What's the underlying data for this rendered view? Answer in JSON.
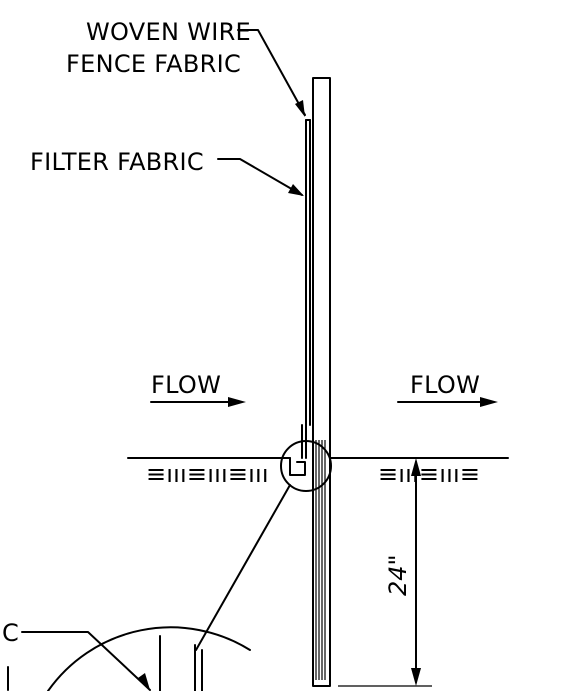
{
  "labels": {
    "woven_wire_line1": "WOVEN WIRE",
    "woven_wire_line2": "FENCE FABRIC",
    "filter_fabric": "FILTER FABRIC",
    "flow_left": "FLOW",
    "flow_right": "FLOW",
    "depth": "24\"",
    "partial_left": "C"
  },
  "ground_symbols": {
    "left": "≡ııı≡ııı≡ııı",
    "right": "≡ııı≡ııı≡"
  }
}
